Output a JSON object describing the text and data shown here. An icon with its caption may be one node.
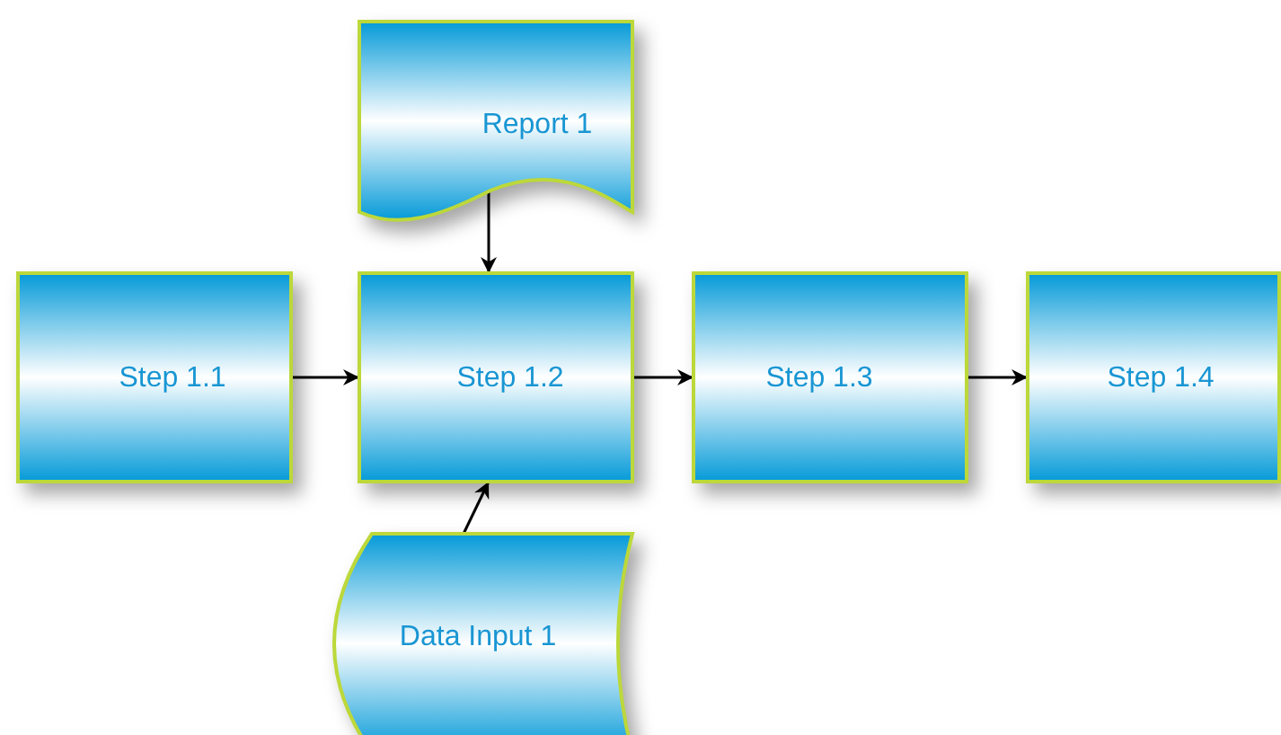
{
  "diagram": {
    "nodes": [
      {
        "text": [
          "Report 1"
        ]
      },
      {
        "text": [
          "Step 1.1"
        ]
      },
      {
        "text": [
          "Step 1.2"
        ]
      },
      {
        "text": [
          "Step 1.3"
        ]
      },
      {
        "text": [
          "Step 1.4"
        ]
      },
      {
        "text": [
          "Data Input 1"
        ]
      }
    ],
    "edges": [
      {
        "from": 0,
        "to": 2,
        "arrow": "to"
      },
      {
        "from": 1,
        "to": 2,
        "arrow": "to"
      },
      {
        "from": 2,
        "to": 3,
        "arrow": "to"
      },
      {
        "from": 3,
        "to": 4,
        "arrow": "to"
      },
      {
        "from": 5,
        "to": 2,
        "arrow": "to"
      }
    ]
  }
}
